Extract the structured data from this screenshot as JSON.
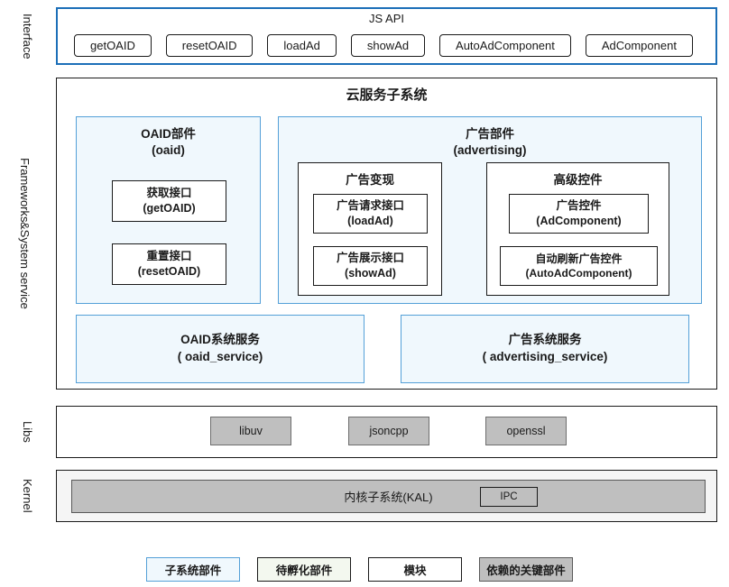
{
  "colors": {
    "api_border": "#1c6fb8",
    "panel_bg": "#f0f8fd",
    "panel_border": "#54a0d8",
    "incubating_bg": "#f3f8ef",
    "module_border": "#1a1a1a",
    "gray_bg": "#bfbfbf",
    "gray_border": "#6e6e6e",
    "kernel_bg": "#f5f5f5"
  },
  "interface": {
    "label": "Interface",
    "js_api_title": "JS API",
    "buttons": [
      "getOAID",
      "resetOAID",
      "loadAd",
      "showAd",
      "AutoAdComponent",
      "AdComponent"
    ]
  },
  "frameworks": {
    "label_line1": "Frameworks",
    "label_line2": "&System service",
    "cloud_title": "云服务子系统",
    "oaid": {
      "title1": "OAID部件",
      "title2": "(oaid)",
      "get_module": {
        "line1": "获取接口",
        "line2": "(getOAID)"
      },
      "reset_module": {
        "line1": "重置接口",
        "line2": "(resetOAID)"
      }
    },
    "advertising": {
      "title1": "广告部件",
      "title2": "(advertising)",
      "monetization": {
        "title": "广告变现",
        "load_module": {
          "line1": "广告请求接口",
          "line2": "(loadAd)"
        },
        "show_module": {
          "line1": "广告展示接口",
          "line2": "(showAd)"
        }
      },
      "advanced": {
        "title": "高级控件",
        "ad_module": {
          "line1": "广告控件",
          "line2": "(AdComponent)"
        },
        "auto_module": {
          "line1": "自动刷新广告控件",
          "line2": "(AutoAdComponent)"
        }
      }
    },
    "oaid_service": {
      "line1": "OAID系统服务",
      "line2": "( oaid_service)"
    },
    "ad_service": {
      "line1": "广告系统服务",
      "line2": "( advertising_service)"
    }
  },
  "libs": {
    "label": "Libs",
    "modules": [
      "libuv",
      "jsoncpp",
      "openssl"
    ]
  },
  "kernel": {
    "label": "Kernel",
    "bar_title": "内核子系统(KAL)",
    "ipc": "IPC"
  },
  "legend": {
    "subsystem": "子系统部件",
    "incubating": "待孵化部件",
    "module": "模块",
    "dependency": "依赖的关键部件"
  }
}
